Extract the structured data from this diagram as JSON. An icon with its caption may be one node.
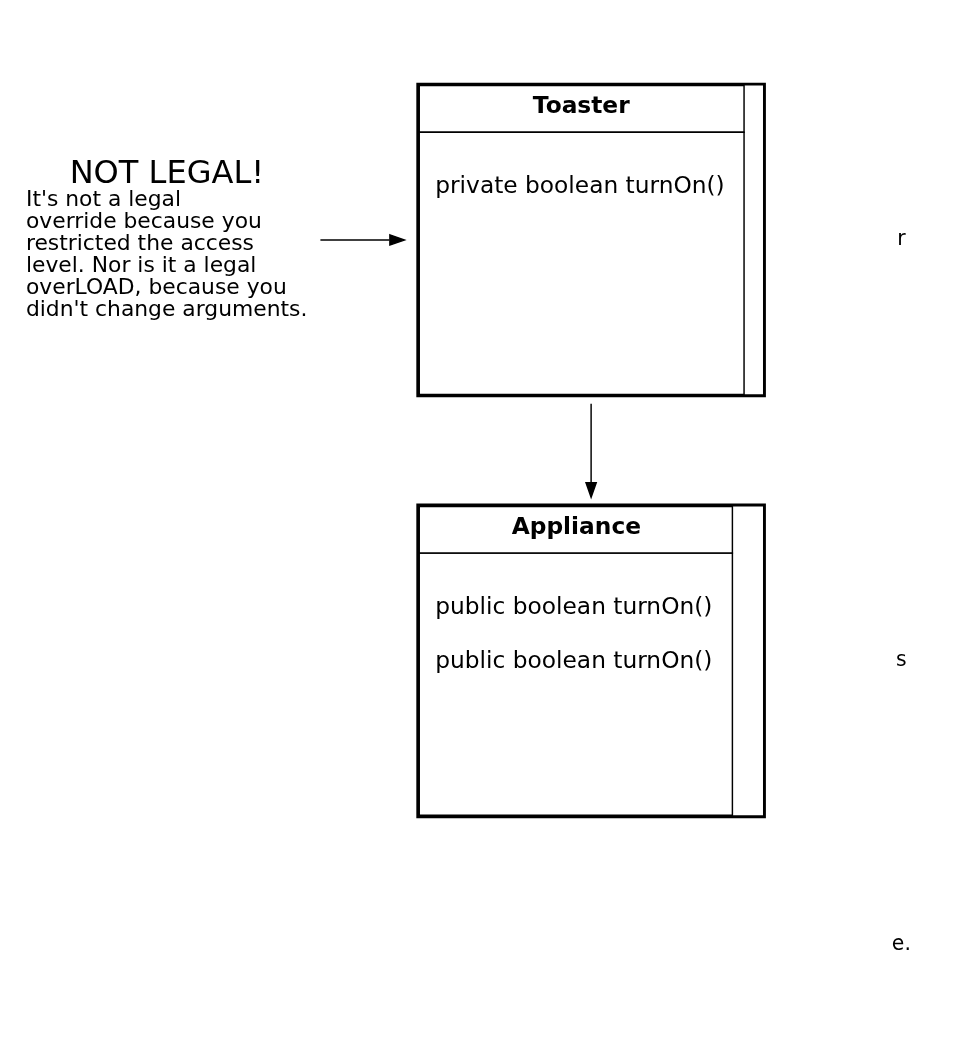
{
  "diagram": {
    "nodes": [
      {
        "text": [
          "Appliance",
          "public boolean turnOn()",
          "public boolean turnOn()"
        ]
      },
      {
        "text": [
          "Toaster",
          "private boolean turnOn()"
        ]
      },
      {
        "text": [
          "NOT LEGAL!",
          "It's not a legal override because you restricted the access level. Nor is it a legal overLOAD, because you didn't change arguments."
        ]
      }
    ],
    "edges": [
      {
        "from": 1,
        "to": 0,
        "arrow": "to"
      },
      {
        "from": 2,
        "to": 1,
        "arrow": "to"
      }
    ],
    "labels": [
      "r",
      "s",
      "e."
    ]
  }
}
